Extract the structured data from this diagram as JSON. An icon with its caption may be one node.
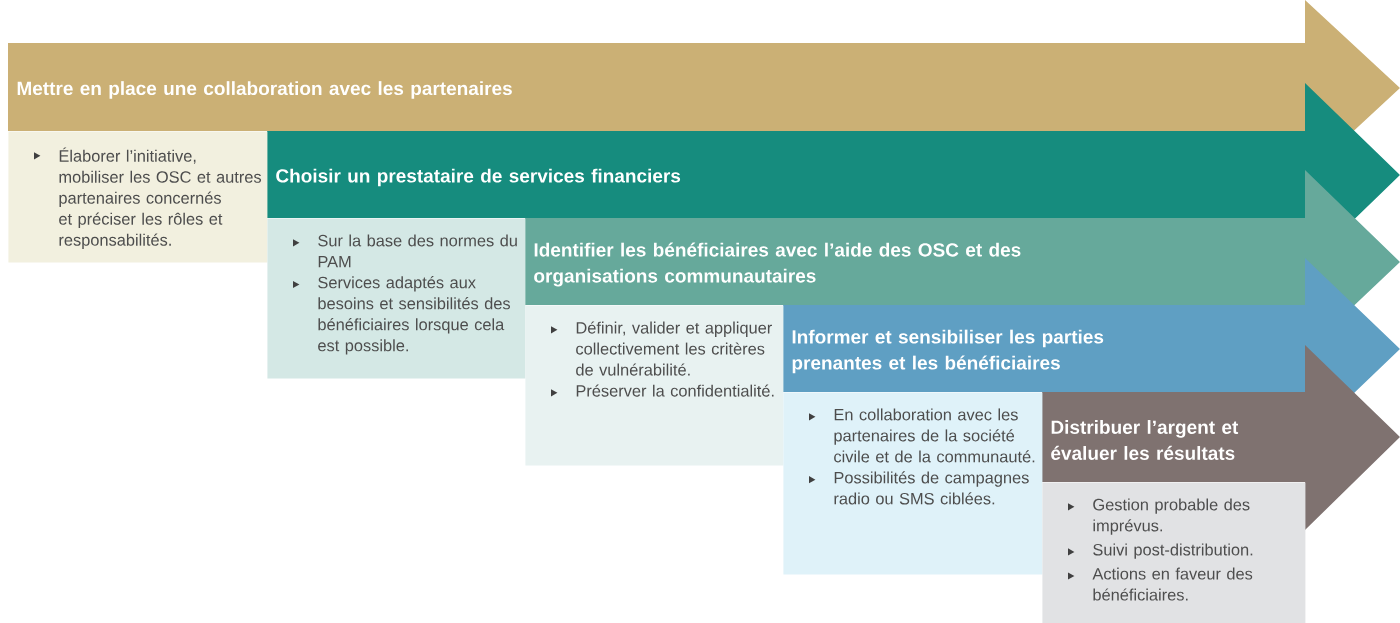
{
  "diagram": {
    "nodes": [
      {
        "text": [
          "Mettre en place une collaboration avec les partenaires"
        ]
      },
      {
        "text": [
          "Élaborer l’initiative, mobiliser les OSC et autres partenaires concernés et préciser les rôles et responsabilités."
        ]
      },
      {
        "text": [
          "Choisir un prestataire de services financiers"
        ]
      },
      {
        "text": [
          "Sur la base des normes du PAM",
          "Services adaptés aux besoins et sensibilités des bénéficiaires lorsque cela est possible."
        ]
      },
      {
        "text": [
          "Identifier les bénéficiaires avec l’aide des OSC et des organisations communautaires"
        ]
      },
      {
        "text": [
          "Définir, valider et appliquer collectivement les critères de vulnérabilité.",
          "Préserver la confidentialité."
        ]
      },
      {
        "text": [
          "Informer et sensibiliser les parties prenantes et les bénéficiaires"
        ]
      },
      {
        "text": [
          "En collaboration avec les partenaires de la société civile et de la communauté.",
          "Possibilités de campagnes radio ou SMS ciblées."
        ]
      },
      {
        "text": [
          "Distribuer l’argent et évaluer les résultats"
        ]
      },
      {
        "text": [
          "Gestion probable des imprévus.",
          "Suivi post-distribution.",
          "Actions en faveur des bénéficiaires."
        ]
      }
    ]
  }
}
